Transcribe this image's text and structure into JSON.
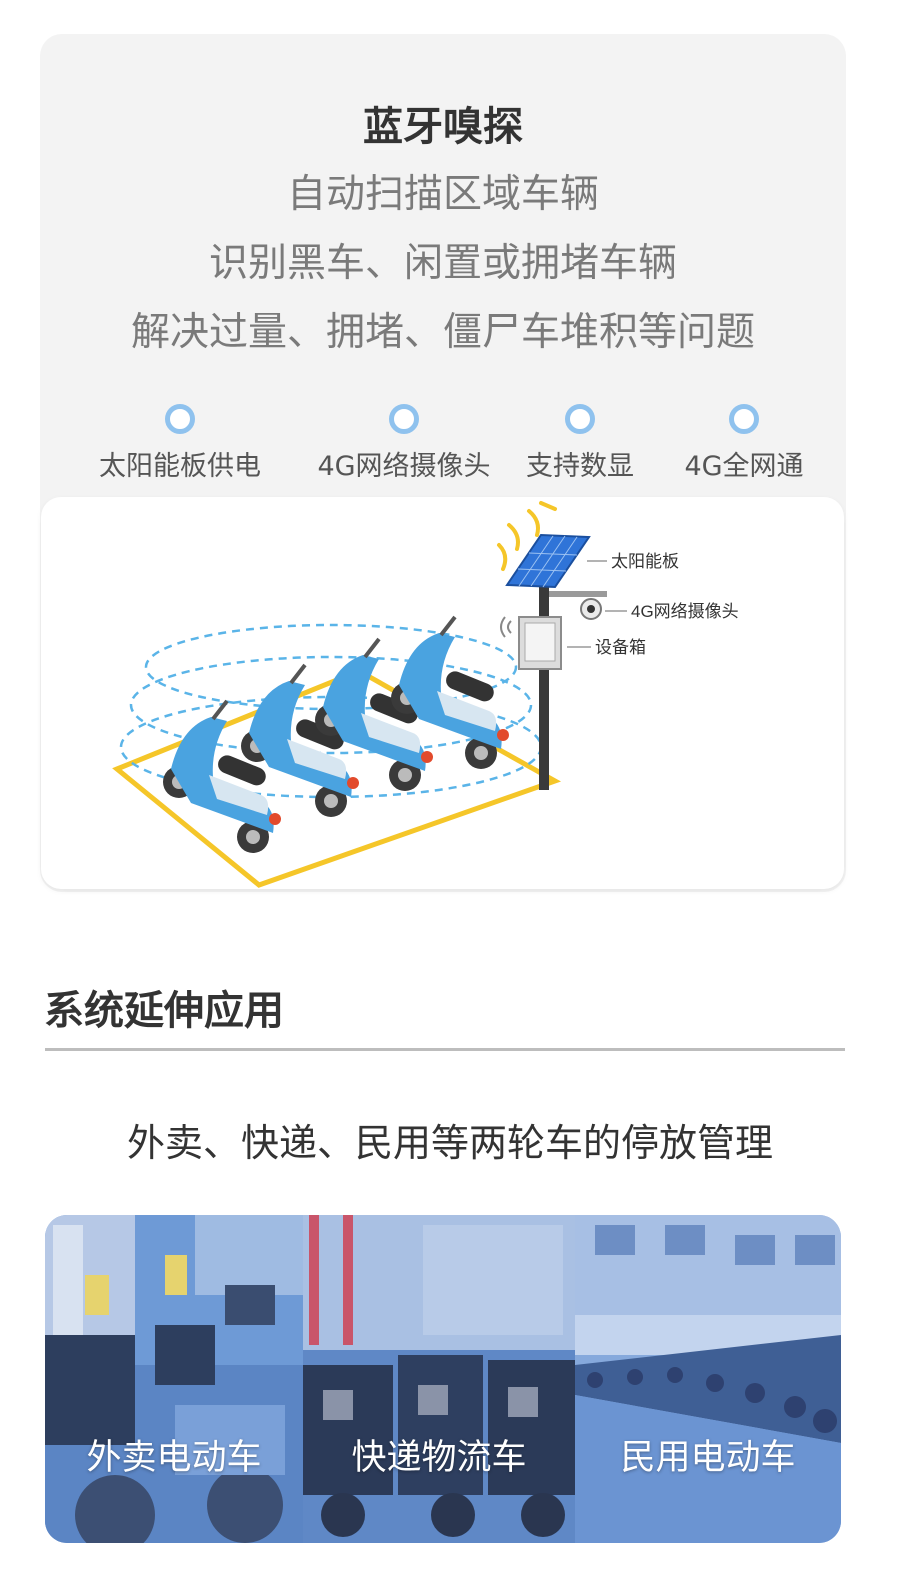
{
  "feature_card": {
    "title": "蓝牙嗅探",
    "lines": [
      "自动扫描区域车辆",
      "识别黑车、闲置或拥堵车辆",
      "解决过量、拥堵、僵尸车堆积等问题"
    ],
    "features": [
      {
        "label": "太阳能板供电",
        "icon": "ring-icon"
      },
      {
        "label": "4G网络摄像头",
        "icon": "ring-icon"
      },
      {
        "label": "支持数显",
        "icon": "ring-icon"
      },
      {
        "label": "4G全网通",
        "icon": "ring-icon"
      }
    ]
  },
  "diagram": {
    "labels": {
      "solar_panel": "太阳能板",
      "camera": "4G网络摄像头",
      "equipment_box": "设备箱"
    },
    "colors": {
      "scooter_blue": "#4aa3e0",
      "zone_yellow": "#f5c629",
      "scan_ring": "#5ab4e8",
      "solar_blue": "#2f74d8"
    }
  },
  "extension": {
    "title": "系统延伸应用",
    "subtitle": "外卖、快递、民用等两轮车的停放管理",
    "tiles": [
      {
        "label": "外卖电动车"
      },
      {
        "label": "快递物流车"
      },
      {
        "label": "民用电动车"
      }
    ],
    "overlay_color": "#4f86d6"
  }
}
